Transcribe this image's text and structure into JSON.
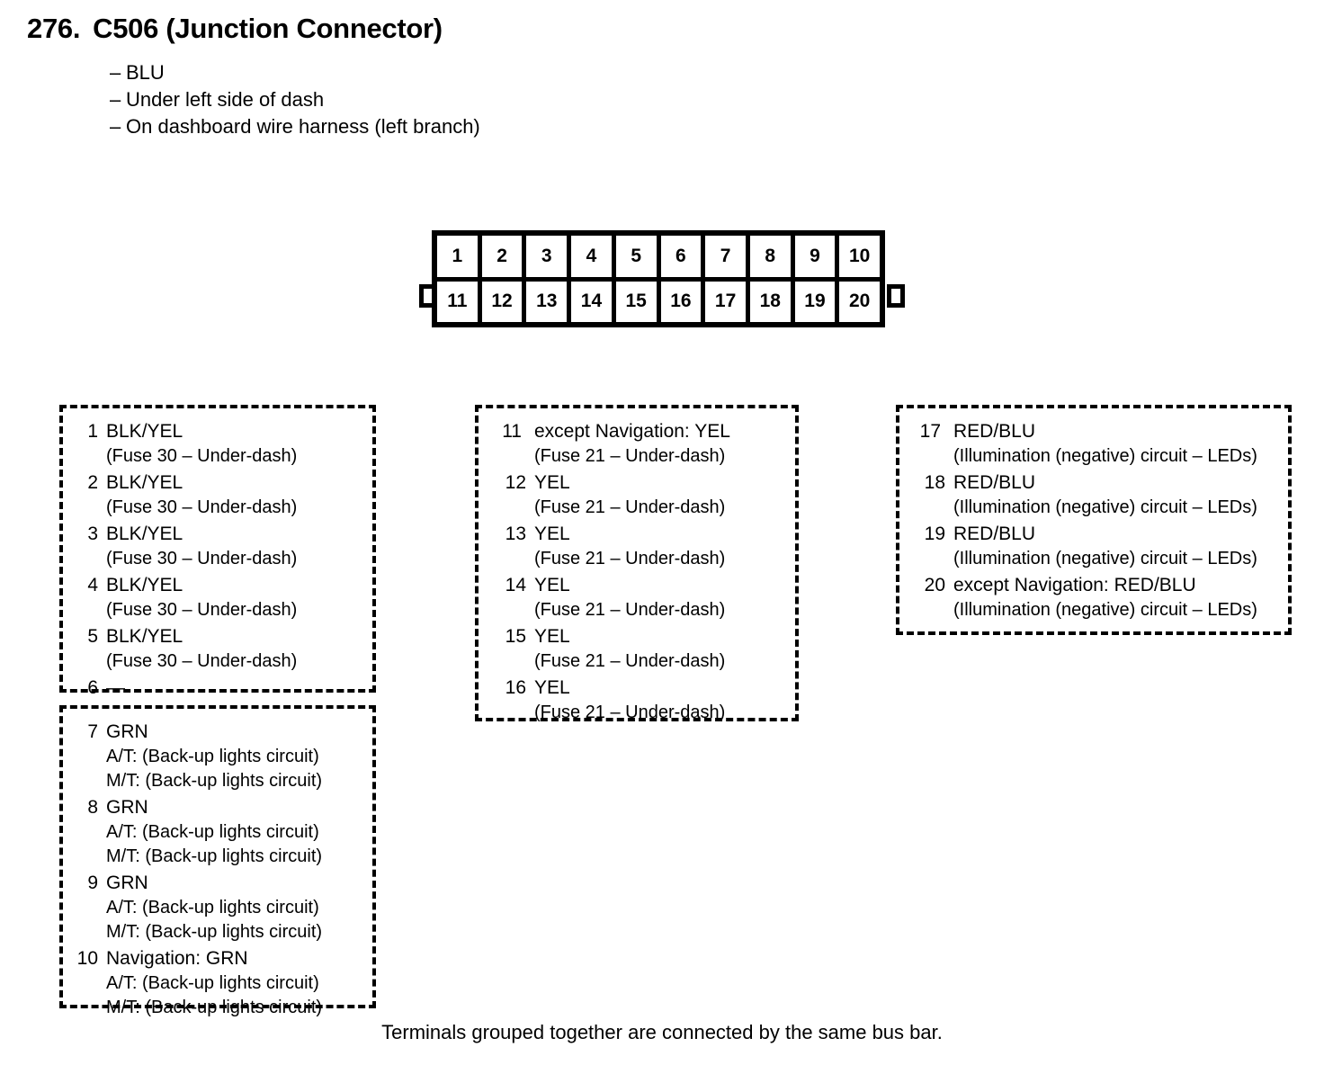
{
  "header": {
    "number": "276.",
    "title": "C506 (Junction Connector)",
    "bullets": [
      "BLU",
      "Under left side of dash",
      "On dashboard wire harness (left branch)"
    ]
  },
  "connector": {
    "top_row": [
      "1",
      "2",
      "3",
      "4",
      "5",
      "6",
      "7",
      "8",
      "9",
      "10"
    ],
    "bottom_row": [
      "11",
      "12",
      "13",
      "14",
      "15",
      "16",
      "17",
      "18",
      "19",
      "20"
    ]
  },
  "groups": [
    {
      "id": "group-1-6",
      "terminals": [
        {
          "num": "1",
          "label": "BLK/YEL",
          "details": [
            "(Fuse 30 – Under-dash)"
          ]
        },
        {
          "num": "2",
          "label": "BLK/YEL",
          "details": [
            "(Fuse 30 – Under-dash)"
          ]
        },
        {
          "num": "3",
          "label": "BLK/YEL",
          "details": [
            "(Fuse 30 – Under-dash)"
          ]
        },
        {
          "num": "4",
          "label": "BLK/YEL",
          "details": [
            "(Fuse 30 – Under-dash)"
          ]
        },
        {
          "num": "5",
          "label": "BLK/YEL",
          "details": [
            "(Fuse 30 – Under-dash)"
          ]
        },
        {
          "num": "6",
          "label": "—",
          "details": []
        }
      ]
    },
    {
      "id": "group-7-10",
      "terminals": [
        {
          "num": "7",
          "label": "GRN",
          "details": [
            "A/T: (Back-up lights circuit)",
            "M/T: (Back-up lights circuit)"
          ]
        },
        {
          "num": "8",
          "label": "GRN",
          "details": [
            "A/T: (Back-up lights circuit)",
            "M/T: (Back-up lights circuit)"
          ]
        },
        {
          "num": "9",
          "label": "GRN",
          "details": [
            "A/T: (Back-up lights circuit)",
            "M/T: (Back-up lights circuit)"
          ]
        },
        {
          "num": "10",
          "label": "Navigation: GRN",
          "details": [
            "A/T: (Back-up lights circuit)",
            "M/T: (Back-up lights circuit)"
          ]
        }
      ]
    },
    {
      "id": "group-11-16",
      "terminals": [
        {
          "num": "11",
          "label": "except Navigation: YEL",
          "details": [
            "(Fuse 21 – Under-dash)"
          ]
        },
        {
          "num": "12",
          "label": "YEL",
          "details": [
            "(Fuse 21 – Under-dash)"
          ]
        },
        {
          "num": "13",
          "label": "YEL",
          "details": [
            "(Fuse 21 – Under-dash)"
          ]
        },
        {
          "num": "14",
          "label": "YEL",
          "details": [
            "(Fuse 21 – Under-dash)"
          ]
        },
        {
          "num": "15",
          "label": "YEL",
          "details": [
            "(Fuse 21 – Under-dash)"
          ]
        },
        {
          "num": "16",
          "label": "YEL",
          "details": [
            "(Fuse 21 – Under-dash)"
          ]
        }
      ]
    },
    {
      "id": "group-17-20",
      "terminals": [
        {
          "num": "17",
          "label": "RED/BLU",
          "details": [
            "(Illumination (negative) circuit – LEDs)"
          ]
        },
        {
          "num": "18",
          "label": "RED/BLU",
          "details": [
            "(Illumination (negative) circuit – LEDs)"
          ]
        },
        {
          "num": "19",
          "label": "RED/BLU",
          "details": [
            "(Illumination (negative) circuit – LEDs)"
          ]
        },
        {
          "num": "20",
          "label": "except Navigation: RED/BLU",
          "details": [
            "(Illumination (negative) circuit – LEDs)"
          ]
        }
      ]
    }
  ],
  "footer": {
    "note": "Terminals grouped together are connected by the same bus bar."
  }
}
